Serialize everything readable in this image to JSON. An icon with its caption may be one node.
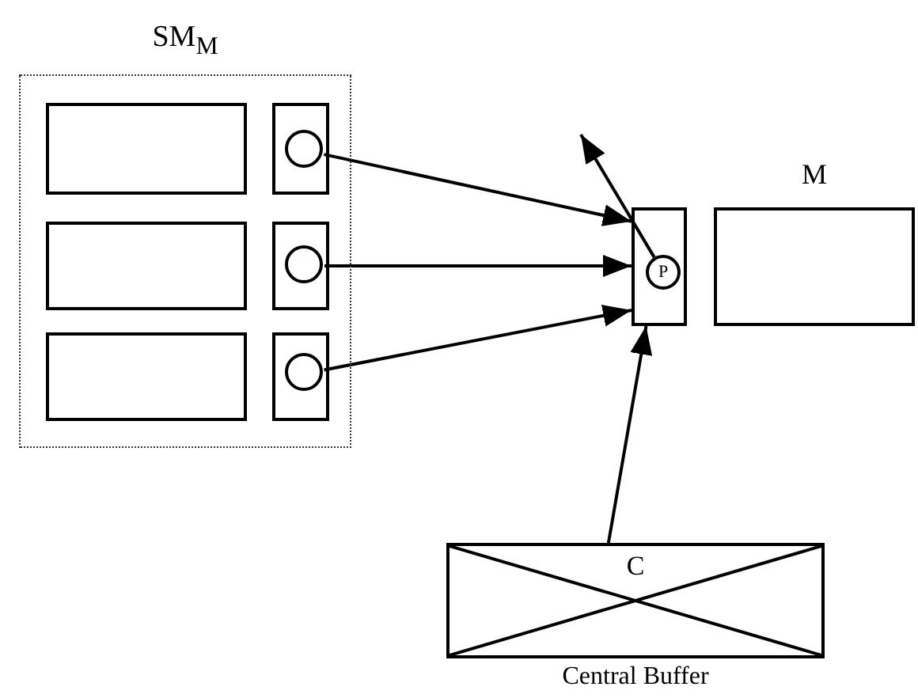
{
  "diagram": {
    "nodes": [
      {
        "text": [
          "SM$_{M}$"
        ]
      },
      {
        "text": [],
        "shape": "box",
        "in": 0
      },
      {
        "text": [],
        "shape": "box",
        "in": 0
      },
      {
        "text": [],
        "shape": "circle",
        "in": 2
      },
      {
        "text": [],
        "shape": "box",
        "in": 0
      },
      {
        "text": [],
        "shape": "box",
        "in": 0
      },
      {
        "text": [],
        "shape": "circle",
        "in": 5
      },
      {
        "text": [],
        "shape": "box",
        "in": 0
      },
      {
        "text": [],
        "shape": "box",
        "in": 0
      },
      {
        "text": [],
        "shape": "circle",
        "in": 8
      },
      {
        "text": [],
        "shape": "box"
      },
      {
        "text": [
          "P"
        ],
        "in": 10
      },
      {
        "text": [
          "M"
        ]
      },
      {
        "text": [
          "C"
        ],
        "beside": [
          "Central Buffer"
        ]
      }
    ],
    "edges": [
      {
        "from": 3,
        "to": 10,
        "arrow": "to"
      },
      {
        "from": 6,
        "to": 10,
        "arrow": "to"
      },
      {
        "from": 9,
        "to": 10,
        "arrow": "to"
      },
      {
        "from": 11,
        "to": null,
        "arrow": "to"
      },
      {
        "from": 13,
        "to": 10,
        "arrow": "to"
      }
    ]
  }
}
